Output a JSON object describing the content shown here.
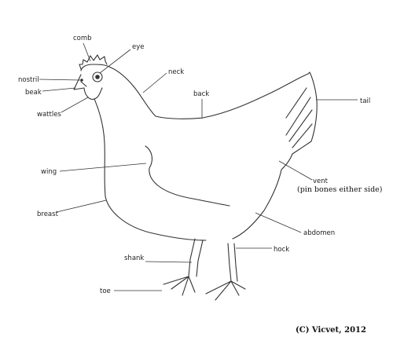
{
  "labels": {
    "comb": "comb",
    "eye": "eye",
    "nostril": "nostril",
    "beak": "beak",
    "neck": "neck",
    "wattles": "wattles",
    "back": "back",
    "tail": "tail",
    "wing": "wing",
    "vent": "vent",
    "vent_note": "(pin bones either side)",
    "breast": "breast",
    "abdomen": "abdomen",
    "hock": "hock",
    "shank": "shank",
    "toe": "toe"
  },
  "copyright": "(C) Vicvet, 2012"
}
